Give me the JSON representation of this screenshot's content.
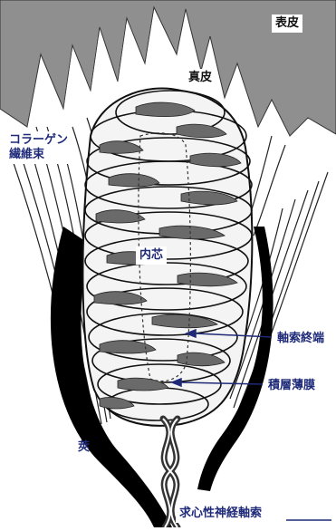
{
  "figure": {
    "labels": {
      "epidermis": "表皮",
      "dermis": "真皮",
      "collagen": "コラーゲン\n繊維束",
      "inner_core": "内芯",
      "axon_terminal": "軸索終端",
      "lamellae": "積層薄膜",
      "capsule": "莢",
      "afferent_axon": "求心性神経軸索"
    }
  }
}
